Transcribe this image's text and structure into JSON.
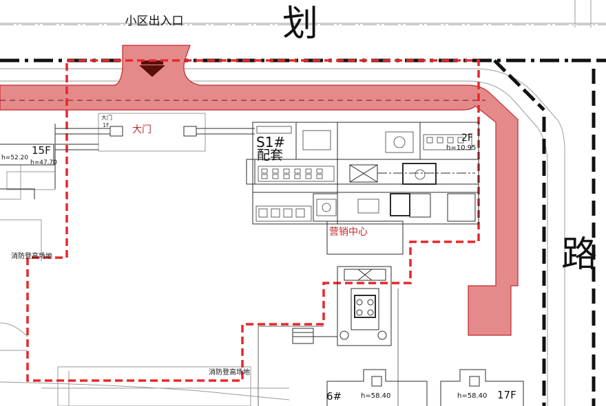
{
  "labels": {
    "entrance": "小区出入口",
    "road_char_1": "划",
    "road_char_2": "路",
    "gate_cn": "大门",
    "gate_small": "大门",
    "gate_floor": "1F",
    "bldg_15f": "15F",
    "h_left_1": "h=52.20",
    "h_left_2": "h=47.70",
    "s1": "S1#",
    "peitao": "配套",
    "marketing": "营销中心",
    "floor_2f": "2F",
    "h_right": "h=10.95",
    "fire_left": "消防登高场地",
    "fire_bottom": "消防登高场地",
    "bldg_6": "6#",
    "h_b1": "h=58.40",
    "h_b2": "h=58.40",
    "bldg_17f": "17F"
  },
  "colors": {
    "red_line": "#e8262a",
    "route_fill": "#e58a8a",
    "route_stroke": "#c0282d",
    "label_red": "#c0282d",
    "line": "#2b2b2b",
    "thin": "#9a9a9a"
  }
}
